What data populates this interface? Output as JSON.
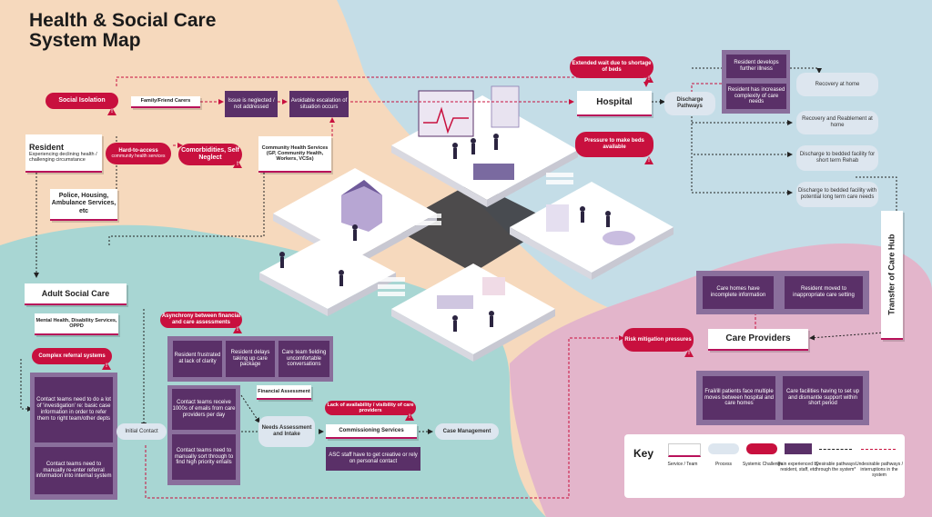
{
  "title": {
    "line1": "Health & Social Care",
    "line2": "System Map"
  },
  "colors": {
    "service": "#ffffff",
    "process": "#dde6ef",
    "challenge": "#c8103e",
    "pain": "#5a3068",
    "peach": "#f6d9bd",
    "blue": "#c4dde7",
    "teal": "#9fd3d2",
    "pink": "#e7b9cf"
  },
  "nodes": {
    "social_isolation": "Social Isolation",
    "family_carers": "Family/Friend Carers",
    "issue_neglected": "Issue is neglected / not addressed",
    "avoidable_escalation": "Avoidable escalation of situation occurs",
    "resident_title": "Resident",
    "resident_sub": "Experiencing declining health / challenging circumstance",
    "hard_to_access": "Hard-to-access",
    "hard_to_access_sub": "community health services",
    "comorbidities": "Comorbidities, Self Neglect",
    "community_health": "Community Health Services (GP, Community Health, Workers, VCSs)",
    "police_housing": "Police, Housing, Ambulance Services, etc",
    "adult_social_care": "Adult Social Care",
    "mental_health": "Mental Health, Disability Services, OPPD",
    "complex_referral": "Complex referral systems",
    "contact_teams_1": "Contact teams need to do a lot of 'investigation' re: basic case information in order to refer them to right team/other depts",
    "contact_teams_2": "Contact teams need to manually re-enter referral information into internal system",
    "asynchrony": "Asynchrony between financial and care assessments",
    "resident_frustrated": "Resident frustrated at lack of clarity",
    "resident_delays": "Resident delays taking up care package",
    "care_team_fielding": "Care team fielding uncomfortable conversations",
    "contact_emails": "Contact teams receive 1000s of emails from care providers per day",
    "contact_sort": "Contact teams need to manually sort through to find high priority emails",
    "initial_contact": "Initial Contact",
    "financial_assessment": "Financial Assessment",
    "needs_assessment": "Needs Assessment and Intake",
    "lack_availability": "Lack of availability / visibility of care providers",
    "commissioning": "Commissioning Services",
    "case_management": "Case Management",
    "asc_staff": "ASC staff have to get creative or rely on personal contact",
    "extended_wait": "Extended wait due to shortage of beds",
    "hospital": "Hospital",
    "pressure_beds": "Pressure to make beds available",
    "discharge_pathways": "Discharge Pathways",
    "resident_develops": "Resident develops further illness",
    "resident_increased": "Resident has increased complexity of care needs",
    "recovery_home": "Recovery at home",
    "recovery_reablement": "Recovery and Reablement at home",
    "discharge_rehab": "Discharge to bedded facility for short term Rehab",
    "discharge_long": "Discharge to bedded facility with potential long term care needs",
    "transfer_hub": "Transfer of Care Hub",
    "care_homes_incomplete": "Care homes have incomplete information",
    "resident_moved": "Resident moved to inappropriate care setting",
    "risk_mitigation": "Risk mitigation pressures",
    "care_providers": "Care Providers",
    "frail_patients": "Frail/ill patients face multiple moves between hospital and care homes",
    "care_facilities": "Care facilities having to set up and dismantle support within short period"
  },
  "key": {
    "title": "Key",
    "service": "Service / Team",
    "process": "Process",
    "challenge": "Systemic Challenge",
    "pain": "Pain experienced by resident, staff, etc",
    "desirable": "Desirable pathways through the system*",
    "undesirable": "Undesirable pathways / interruptions in the system"
  }
}
